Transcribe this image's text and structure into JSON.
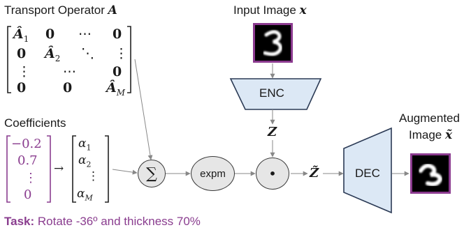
{
  "transport_operator": {
    "label": "Transport Operator",
    "symbol": "A",
    "matrix": {
      "r1": [
        "Â₁",
        "0",
        "⋯",
        "0"
      ],
      "r2": [
        "0",
        "Â₂",
        "⋱",
        "⋮"
      ],
      "r3": [
        "⋮",
        "⋯",
        "0"
      ],
      "r4": [
        "0",
        "0",
        "Â_M"
      ]
    }
  },
  "input_image": {
    "label": "Input Image",
    "symbol": "x",
    "digit": "3"
  },
  "encoder": {
    "label": "ENC"
  },
  "latent": {
    "symbol": "Z"
  },
  "coefficients": {
    "label": "Coefficients",
    "values": [
      "−0.2",
      "0.7",
      "⋮",
      "0"
    ],
    "alphas": [
      "α₁",
      "α₂",
      "⋮",
      "α_M"
    ],
    "arrow": "→"
  },
  "ops": {
    "sum": "∑",
    "expm": "expm",
    "dot": "•"
  },
  "latent_tilde": {
    "symbol": "Z̃"
  },
  "decoder": {
    "label": "DEC"
  },
  "output_image": {
    "label_line1": "Augmented",
    "label_line2": "Image",
    "symbol": "x̃"
  },
  "task": {
    "label": "Task:",
    "text": " Rotate -36º and thickness 70%"
  },
  "colors": {
    "accent_purple": "#8a3d8f",
    "block_fill": "#dce8f5",
    "block_stroke": "#2b3a55",
    "circle_fill": "#e6e6e6"
  }
}
